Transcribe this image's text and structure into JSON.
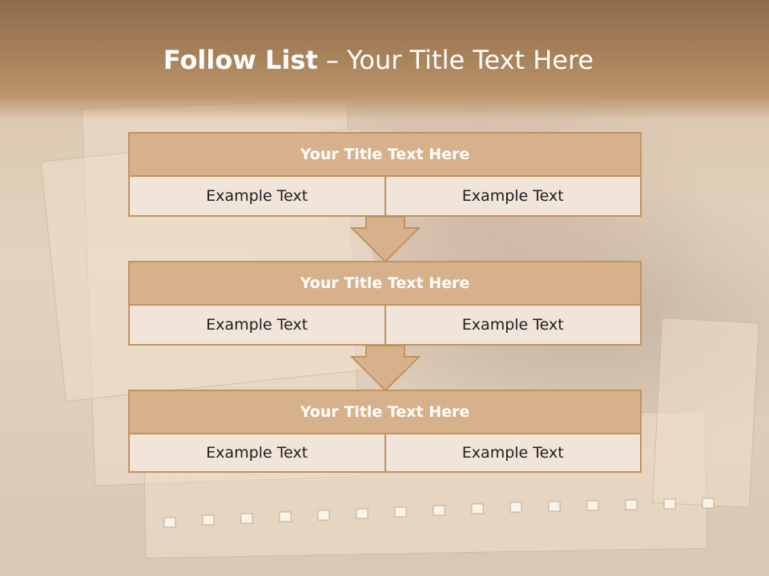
{
  "slide": {
    "title_bold": "Follow List",
    "title_rest": " – Your Title Text Here"
  },
  "blocks": [
    {
      "title": "Your Title Text Here",
      "left": "Example Text",
      "right": "Example Text"
    },
    {
      "title": "Your Title Text Here",
      "left": "Example Text",
      "right": "Example Text"
    },
    {
      "title": "Your Title Text Here",
      "left": "Example Text",
      "right": "Example Text"
    }
  ],
  "colors": {
    "header_fill": "#d7b18c",
    "border": "#c1935e",
    "cell_fill": "#f1e4d9",
    "title_band": "#a47e58"
  },
  "icons": [
    "down-arrow-icon",
    "down-arrow-icon"
  ]
}
